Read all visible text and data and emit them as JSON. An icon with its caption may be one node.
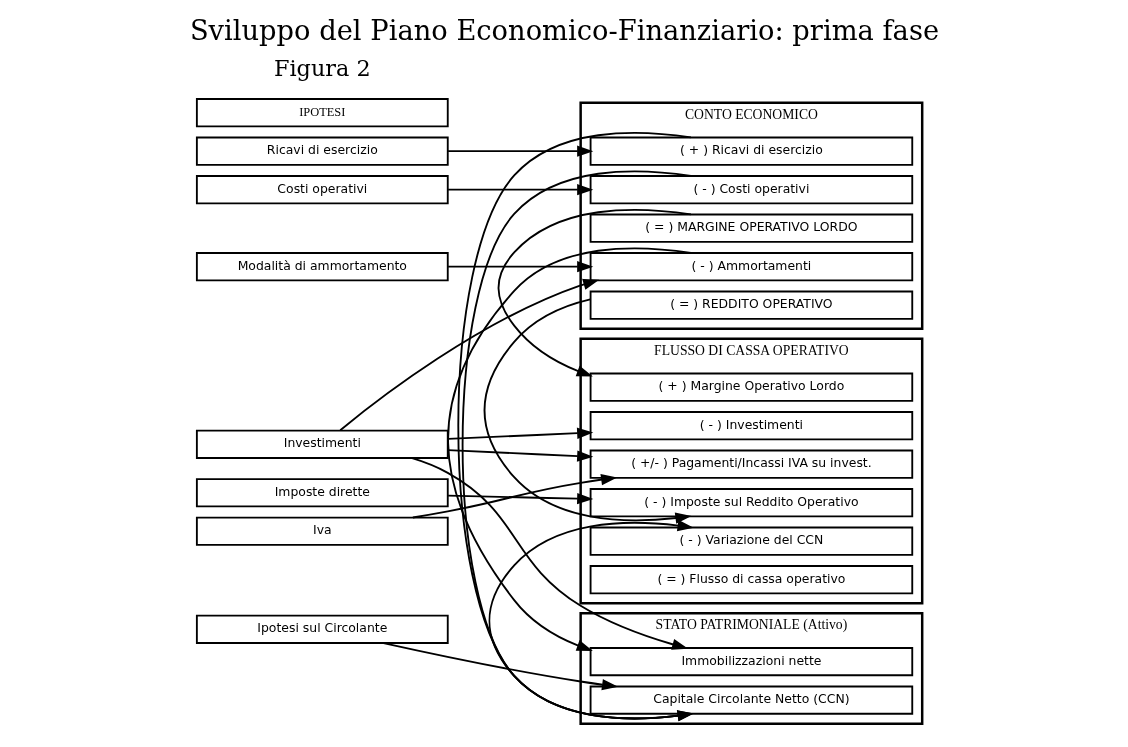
{
  "diagram": {
    "title": "Sviluppo del Piano Economico-Finanziario: prima fase",
    "nodes": [
      {
        "text": [
          "CONTO ECONOMICO"
        ]
      },
      {
        "text": [
          "( + ) Ricavi di esercizio"
        ],
        "in": 0
      },
      {
        "text": [
          "( - ) Costi operativi"
        ],
        "in": 0
      },
      {
        "text": [
          "( = ) MARGINE OPERATIVO LORDO"
        ],
        "in": 0
      },
      {
        "text": [
          "( - ) Ammortamenti"
        ],
        "in": 0
      },
      {
        "text": [
          "( = ) REDDITO OPERATIVO"
        ],
        "in": 0
      },
      {
        "text": [
          "STATO PATRIMONIALE (Attivo)"
        ]
      },
      {
        "text": [
          "Capitale Circolante Netto (CCN)"
        ],
        "in": 6
      },
      {
        "text": [
          "Immobilizzazioni nette"
        ],
        "in": 6
      },
      {
        "text": [
          "FLUSSO DI CASSA OPERATIVO"
        ]
      },
      {
        "text": [
          "( + ) Margine Operativo Lordo"
        ],
        "in": 9
      },
      {
        "text": [
          "( - ) Variazione del CCN"
        ],
        "in": 9
      },
      {
        "text": [
          "( - ) Investimenti"
        ],
        "in": 9
      },
      {
        "text": [
          "( +/- ) Pagamenti/Incassi IVA su invest."
        ],
        "in": 9
      },
      {
        "text": [
          "( - ) Imposte sul Reddito Operativo"
        ],
        "in": 9
      },
      {
        "text": [
          "( = ) Flusso di cassa operativo"
        ],
        "in": 9
      },
      {
        "text": [
          "IPOTESI"
        ]
      },
      {
        "text": [
          "Ricavi di esercizio"
        ]
      },
      {
        "text": [
          "Costi operativi"
        ]
      },
      {
        "text": [
          "Modalità di ammortamento"
        ]
      },
      {
        "text": [
          "Investimenti"
        ]
      },
      {
        "text": [
          "Imposte dirette"
        ]
      },
      {
        "text": [
          "Iva"
        ]
      },
      {
        "text": [
          "Ipotesi sul Circolante"
        ]
      }
    ],
    "edges": [
      {
        "from": 17,
        "to": 1,
        "arrow": "to"
      },
      {
        "from": 18,
        "to": 2,
        "arrow": "to"
      },
      {
        "from": 19,
        "to": 4,
        "arrow": "to"
      },
      {
        "from": 20,
        "to": 4,
        "arrow": "to"
      },
      {
        "from": 20,
        "to": 8,
        "arrow": "to"
      },
      {
        "from": 20,
        "to": 12,
        "arrow": "to"
      },
      {
        "from": 20,
        "to": 13,
        "arrow": "to"
      },
      {
        "from": 21,
        "to": 14,
        "arrow": "to"
      },
      {
        "from": 22,
        "to": 13,
        "arrow": "to"
      },
      {
        "from": 23,
        "to": 7,
        "arrow": "to"
      },
      {
        "from": 1,
        "to": 7,
        "arrow": "to"
      },
      {
        "from": 2,
        "to": 7,
        "arrow": "to"
      },
      {
        "from": 3,
        "to": 10,
        "arrow": "to"
      },
      {
        "from": 7,
        "to": 11,
        "arrow": "to"
      },
      {
        "from": 4,
        "to": 8,
        "arrow": "to"
      },
      {
        "from": 5,
        "to": 14,
        "arrow": "to"
      }
    ],
    "labels": [
      "Figura 2"
    ]
  }
}
